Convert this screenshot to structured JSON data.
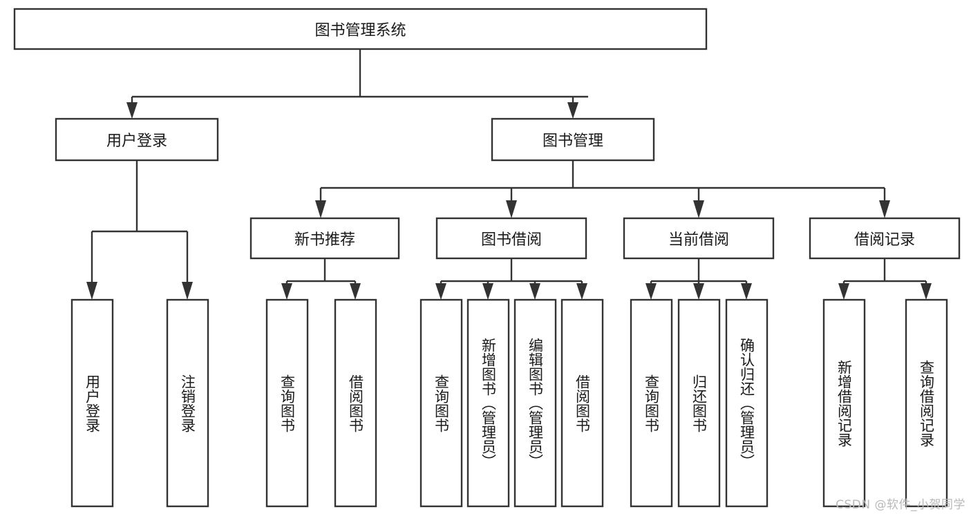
{
  "diagram": {
    "type": "tree-hierarchy",
    "title": "图书管理系统",
    "root": {
      "id": "root",
      "label": "图书管理系统",
      "orientation": "horizontal"
    },
    "level1": [
      {
        "id": "user-login",
        "label": "用户登录",
        "orientation": "horizontal"
      },
      {
        "id": "book-manage",
        "label": "图书管理",
        "orientation": "horizontal"
      }
    ],
    "level2": [
      {
        "id": "new-book-recommend",
        "label": "新书推荐",
        "parent": "book-manage",
        "orientation": "horizontal"
      },
      {
        "id": "book-borrow",
        "label": "图书借阅",
        "parent": "book-manage",
        "orientation": "horizontal"
      },
      {
        "id": "current-borrow",
        "label": "当前借阅",
        "parent": "book-manage",
        "orientation": "horizontal"
      },
      {
        "id": "borrow-record",
        "label": "借阅记录",
        "parent": "book-manage",
        "orientation": "horizontal"
      }
    ],
    "leaves": [
      {
        "id": "leaf-user-login",
        "label": "用户登录",
        "parent": "user-login",
        "orientation": "vertical"
      },
      {
        "id": "leaf-user-logout",
        "label": "注销登录",
        "parent": "user-login",
        "orientation": "vertical"
      },
      {
        "id": "leaf-query-book-1",
        "label": "查询图书",
        "parent": "new-book-recommend",
        "orientation": "vertical"
      },
      {
        "id": "leaf-borrow-book-1",
        "label": "借阅图书",
        "parent": "new-book-recommend",
        "orientation": "vertical"
      },
      {
        "id": "leaf-query-book-2",
        "label": "查询图书",
        "parent": "book-borrow",
        "orientation": "vertical"
      },
      {
        "id": "leaf-add-book",
        "label": "新增图书（管理员）",
        "parent": "book-borrow",
        "orientation": "vertical"
      },
      {
        "id": "leaf-edit-book",
        "label": "编辑图书（管理员）",
        "parent": "book-borrow",
        "orientation": "vertical"
      },
      {
        "id": "leaf-borrow-book-2",
        "label": "借阅图书",
        "parent": "book-borrow",
        "orientation": "vertical"
      },
      {
        "id": "leaf-query-book-3",
        "label": "查询图书",
        "parent": "current-borrow",
        "orientation": "vertical"
      },
      {
        "id": "leaf-return-book",
        "label": "归还图书",
        "parent": "current-borrow",
        "orientation": "vertical"
      },
      {
        "id": "leaf-confirm-return",
        "label": "确认归还（管理员）",
        "parent": "current-borrow",
        "orientation": "vertical"
      },
      {
        "id": "leaf-add-record",
        "label": "新增借阅记录",
        "parent": "borrow-record",
        "orientation": "vertical"
      },
      {
        "id": "leaf-query-record",
        "label": "查询借阅记录",
        "parent": "borrow-record",
        "orientation": "vertical"
      }
    ],
    "colors": {
      "background": "#ffffff",
      "box_fill": "#ffffff",
      "box_stroke": "#333333",
      "text": "#1a1a1a",
      "watermark": "#b9b9b9"
    }
  },
  "watermark": {
    "text": "CSDN @软件_小贺同学"
  }
}
